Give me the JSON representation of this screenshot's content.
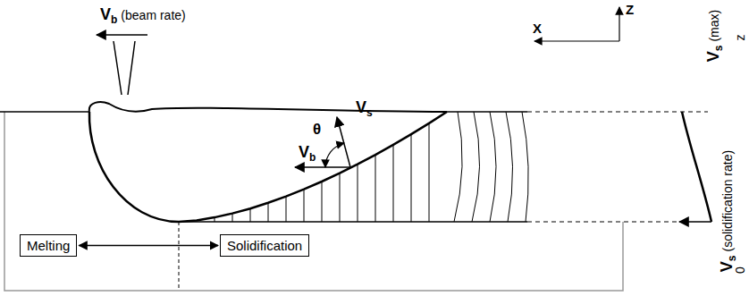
{
  "diagram": {
    "nodes": [
      {
        "text": [
          "Melting"
        ]
      },
      {
        "text": [
          "Solidification"
        ]
      }
    ],
    "edges": [
      {
        "from": 0,
        "to": 1,
        "arrow": "both"
      }
    ],
    "labels": [
      "V",
      "b",
      "(beam rate)",
      "X",
      "Z",
      "V",
      "s",
      "θ",
      "V",
      "b",
      "V",
      "s",
      "(max)",
      "z",
      "V",
      "s",
      "(solidification rate)",
      "0"
    ]
  }
}
